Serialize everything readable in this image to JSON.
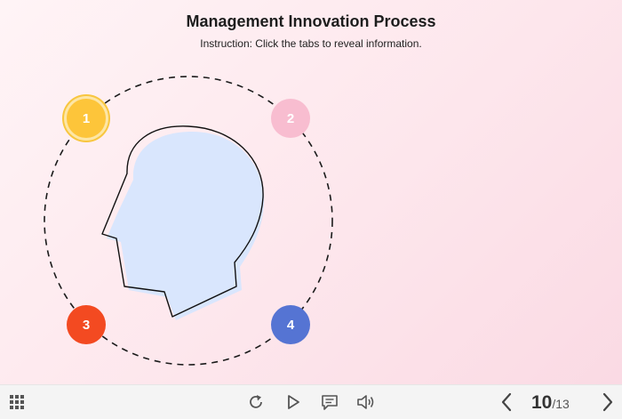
{
  "header": {
    "title": "Management Innovation Process",
    "instruction": "Instruction: Click the tabs to reveal information."
  },
  "tabs": [
    {
      "label": "1",
      "color": "#fdc53a",
      "active": true
    },
    {
      "label": "2",
      "color": "#f8bdd0",
      "active": false
    },
    {
      "label": "3",
      "color": "#f34a21",
      "active": false
    },
    {
      "label": "4",
      "color": "#5574d3",
      "active": false
    }
  ],
  "illustration": {
    "icon": "head-profile-icon",
    "fill": "#d9e6fd"
  },
  "toolbar": {
    "icons": [
      "grid-menu-icon",
      "replay-icon",
      "play-icon",
      "chat-icon",
      "volume-icon",
      "prev-icon",
      "next-icon"
    ],
    "current_page": "10",
    "separator": "/",
    "total_pages": "13"
  }
}
